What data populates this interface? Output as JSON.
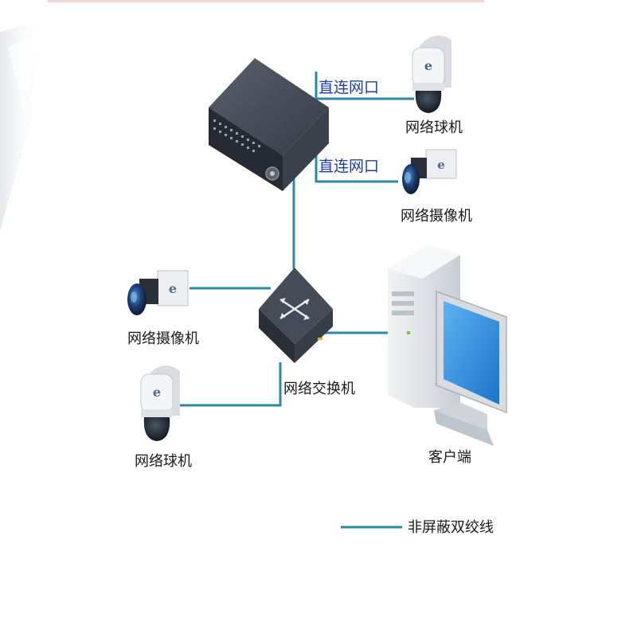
{
  "diagram": {
    "link_labels": {
      "direct_port_top": "直连网口",
      "direct_port_bottom": "直连网口"
    },
    "devices": {
      "dome_camera_top": "网络球机",
      "box_camera_top": "网络摄像机",
      "box_camera_left": "网络摄像机",
      "dome_camera_left": "网络球机",
      "switch": "网络交换机",
      "client": "客户端",
      "nvr": ""
    },
    "legend": {
      "cable_label": "非屏蔽双绞线"
    },
    "colors": {
      "cable": "#2b8aa3",
      "device_dark": "#3e4654",
      "device_light": "#e3e6ea",
      "screen": "#2e8fe0",
      "label_blue": "#1d3fa8",
      "background": "#ffffff"
    }
  }
}
